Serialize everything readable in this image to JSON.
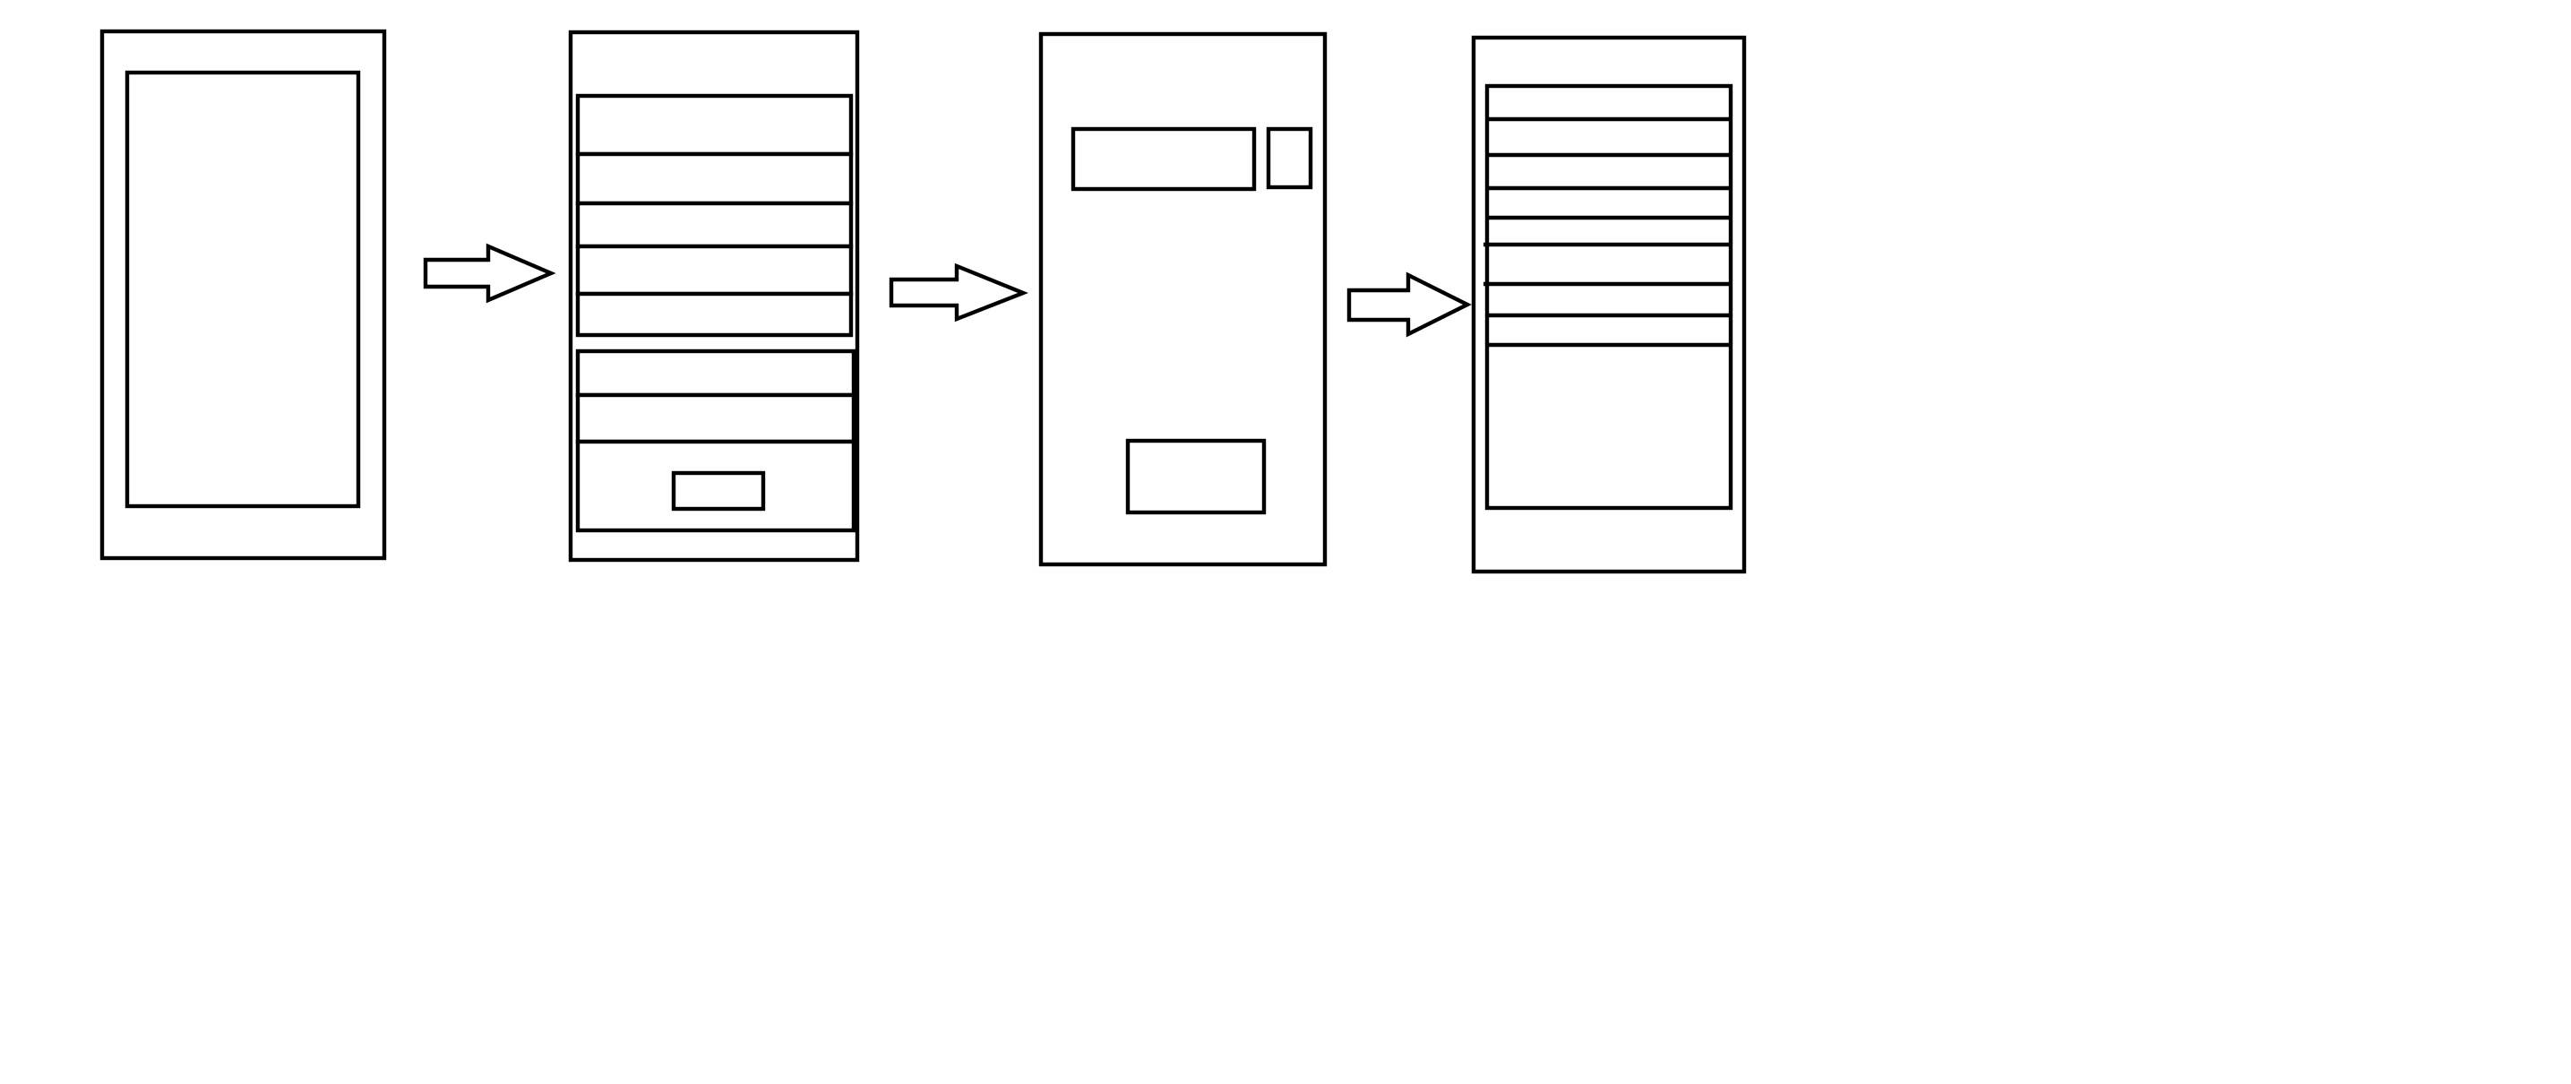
{
  "diagram": {
    "stroke_color": "#000000",
    "fill_color": "#ffffff",
    "background": "#ffffff",
    "screens": [
      {
        "name": "screen-1",
        "description_elements": [
          "inner-panel"
        ]
      },
      {
        "name": "screen-2",
        "description_elements": [
          "list-group-top",
          "list-group-bottom",
          "small-button"
        ]
      },
      {
        "name": "screen-3",
        "description_elements": [
          "wide-box",
          "small-box",
          "bottom-box"
        ]
      },
      {
        "name": "screen-4",
        "description_elements": [
          "list-panel"
        ]
      }
    ],
    "arrows": [
      "arrow-1",
      "arrow-2",
      "arrow-3"
    ]
  }
}
